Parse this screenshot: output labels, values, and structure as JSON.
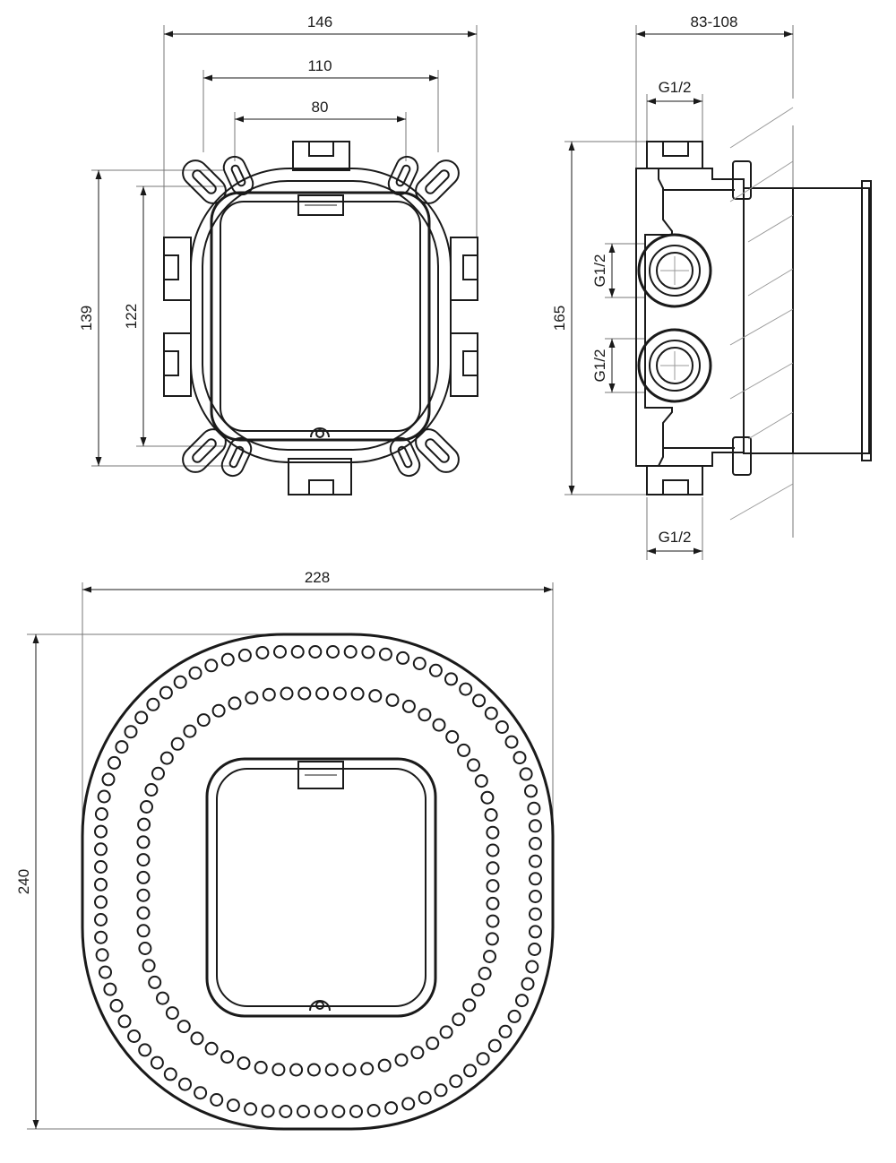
{
  "colors": {
    "stroke": "#1a1a1a",
    "extension": "#777777",
    "background": "#ffffff"
  },
  "front_view": {
    "dims": {
      "overall_width": "146",
      "mid_width": "110",
      "inner_width": "80",
      "overall_height": "139",
      "inner_height": "122"
    }
  },
  "side_view": {
    "dims": {
      "depth_range": "83-108",
      "height": "165",
      "top_port": "G1/2",
      "side_port_upper": "G1/2",
      "side_port_lower": "G1/2",
      "bottom_port": "G1/2"
    }
  },
  "plate_view": {
    "dims": {
      "width": "228",
      "height": "240"
    }
  }
}
